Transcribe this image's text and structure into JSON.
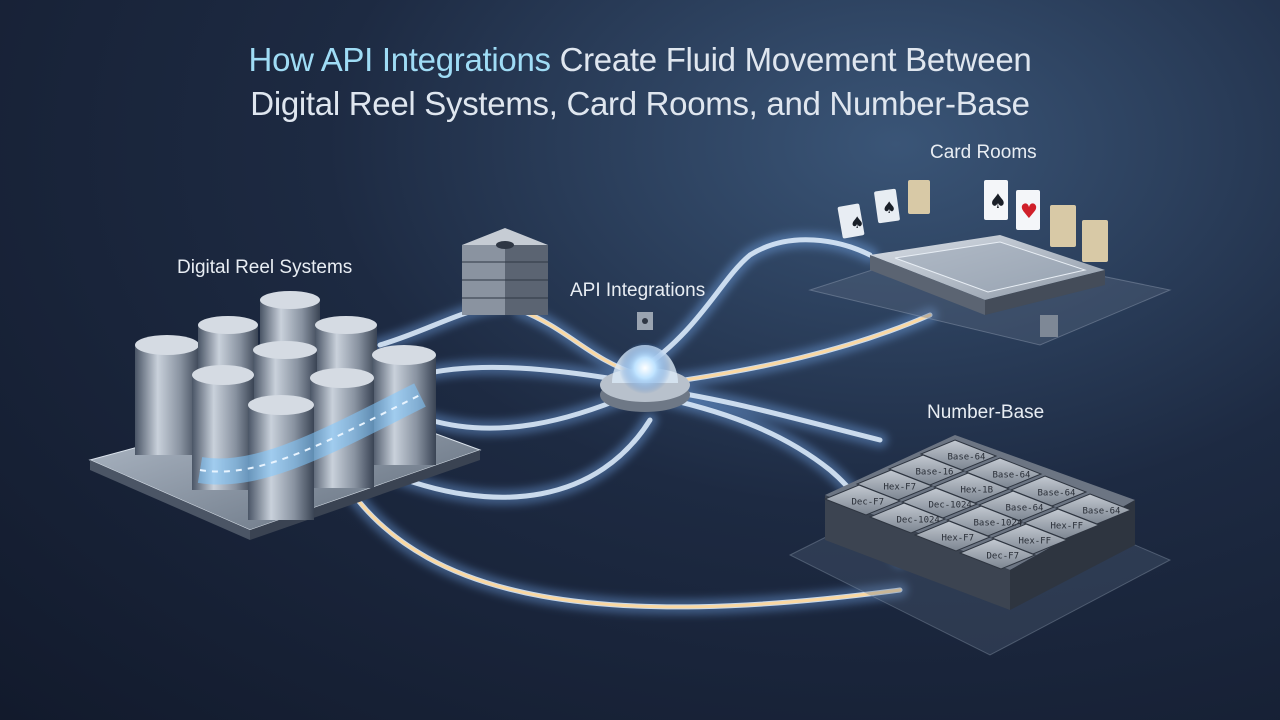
{
  "title": {
    "line1_highlight": "How API Integrations",
    "line1_rest": " Create Fluid Movement Between",
    "line2": "Digital Reel Systems, Card Rooms, and Number-Base"
  },
  "nodes": {
    "reels": "Digital Reel Systems",
    "api": "API Integrations",
    "cards": "Card Rooms",
    "numbers": "Number-Base"
  },
  "number_tiles": [
    "Base-64",
    "Base-64",
    "Base-64",
    "Base-64",
    "Base-16",
    "Hex-1B",
    "Base-64",
    "Hex-FF",
    "Hex-F7",
    "Dec-1024",
    "Base-1024",
    "Hex-FF",
    "Dec-F7",
    "Dec-1024",
    "Hex-F7",
    "Dec-F7"
  ],
  "colors": {
    "accent_cyan": "#9fdcf5",
    "flow_blue": "#cfe8ff",
    "flow_warm": "#ffd79a",
    "background": "#1d2a42"
  },
  "icons": [
    "server-icon",
    "hub-dome-icon",
    "card-table-icon",
    "reel-drum-icon",
    "playing-card-icon"
  ]
}
